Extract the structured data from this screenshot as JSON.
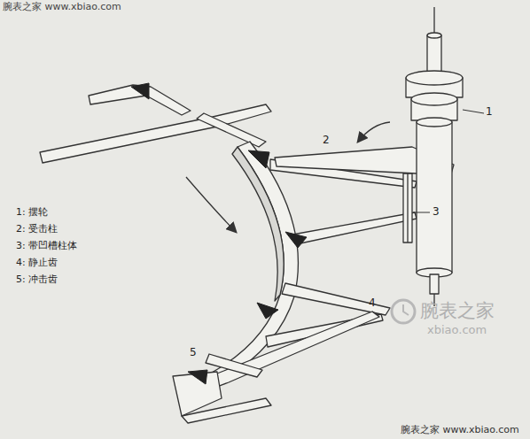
{
  "diagram": {
    "labels": [
      "腕表之家 www.xbiao.com",
      "1",
      "2",
      "3",
      "4",
      "5",
      "1: 摆轮",
      "2: 受击柱",
      "3: 带凹槽柱体",
      "4: 静止齿",
      "5: 冲击齿",
      "腕表之家",
      "xbiao.com",
      "腕表之家 www.xbiao.com"
    ]
  }
}
